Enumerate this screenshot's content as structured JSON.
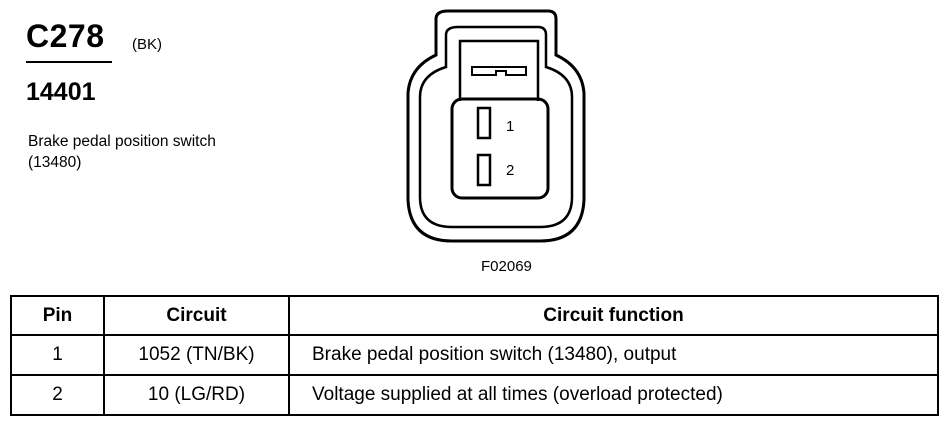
{
  "connector": {
    "id": "C278",
    "color": "(BK)",
    "harness": "14401",
    "description": "Brake pedal position switch (13480)",
    "figure_code": "F02069",
    "pin_labels": [
      "1",
      "2"
    ]
  },
  "table": {
    "headers": {
      "pin": "Pin",
      "circuit": "Circuit",
      "function": "Circuit function"
    },
    "rows": [
      {
        "pin": "1",
        "circuit": "1052 (TN/BK)",
        "function": "Brake pedal position switch (13480), output"
      },
      {
        "pin": "2",
        "circuit": "10 (LG/RD)",
        "function": "Voltage supplied at all times (overload protected)"
      }
    ]
  }
}
